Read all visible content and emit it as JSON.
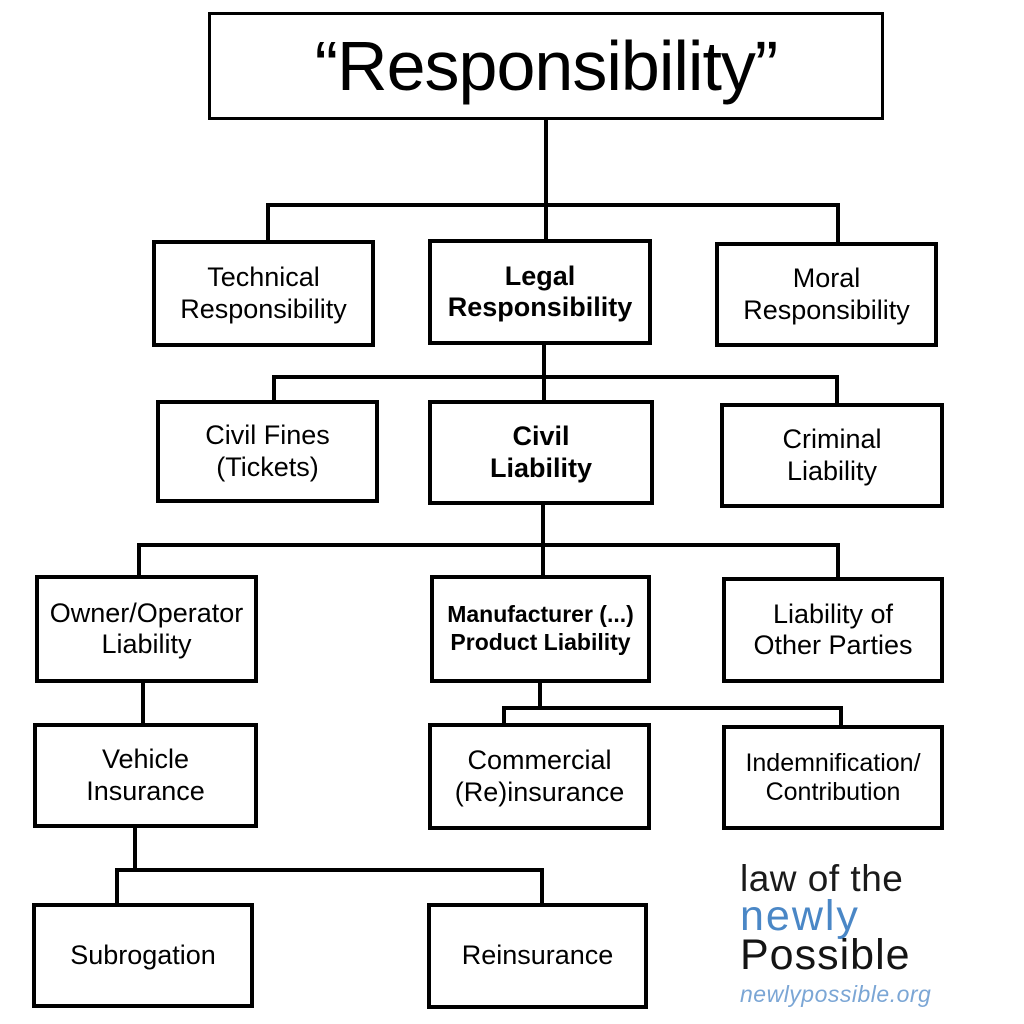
{
  "title": {
    "label": "“Responsibility”"
  },
  "nodes": {
    "technical": {
      "line1": "Technical",
      "line2": "Responsibility"
    },
    "legal": {
      "line1": "Legal",
      "line2": "Responsibility"
    },
    "moral": {
      "line1": "Moral",
      "line2": "Responsibility"
    },
    "civil_fines": {
      "line1": "Civil Fines",
      "line2": "(Tickets)"
    },
    "civil_liability": {
      "line1": "Civil",
      "line2": "Liability"
    },
    "criminal": {
      "line1": "Criminal",
      "line2": "Liability"
    },
    "owner": {
      "line1": "Owner/Operator",
      "line2": "Liability"
    },
    "manufacturer": {
      "line1": "Manufacturer (...)",
      "line2": "Product Liability"
    },
    "other_parties": {
      "line1": "Liability of",
      "line2": "Other Parties"
    },
    "vehicle": {
      "line1": "Vehicle",
      "line2": "Insurance"
    },
    "commercial": {
      "line1": "Commercial",
      "line2": "(Re)insurance"
    },
    "indemnification": {
      "line1": "Indemnification/",
      "line2": "Contribution"
    },
    "subrogation": {
      "line1": "Subrogation"
    },
    "reinsurance": {
      "line1": "Reinsurance"
    }
  },
  "logo": {
    "line1": "law of the",
    "line2": "newly",
    "line3": "Possible",
    "website": "newlypossible.org",
    "blue": "#4a87c6",
    "light_blue": "#7ba6d5",
    "text_color": "#1a1a1a"
  },
  "colors": {
    "background": "#ffffff",
    "line": "#000000",
    "box_border": "#000000",
    "text": "#000000"
  }
}
